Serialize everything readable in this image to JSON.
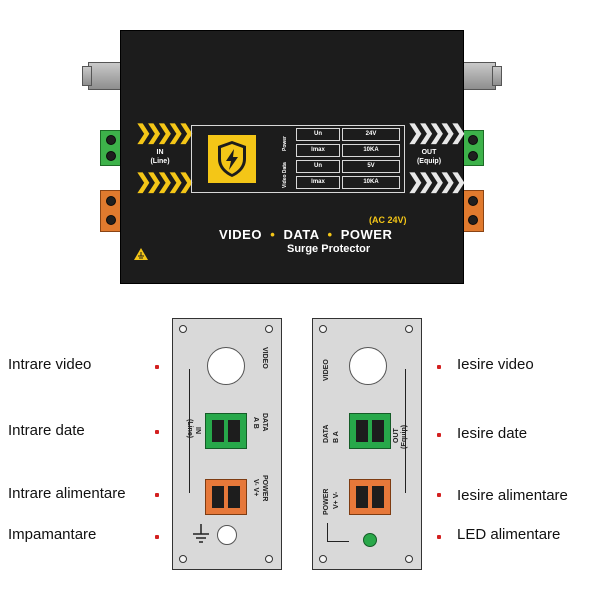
{
  "device": {
    "in_label": "IN",
    "in_sub": "(Line)",
    "out_label": "OUT",
    "out_sub": "(Equip)",
    "groups": [
      "Power",
      "Video Data"
    ],
    "spec_rows": [
      {
        "param": "Un",
        "value": "24V"
      },
      {
        "param": "Imax",
        "value": "10KA"
      },
      {
        "param": "Un",
        "value": "5V"
      },
      {
        "param": "Imax",
        "value": "10KA"
      }
    ],
    "ac_label": "(AC 24V)",
    "title_video": "VIDEO",
    "title_data": "DATA",
    "title_power": "POWER",
    "subtitle": "Surge Protector"
  },
  "left_panel": {
    "video": "VIDEO",
    "data": "DATA",
    "data_pins": "A  B",
    "in_label": "IN",
    "in_sub": "(Line)",
    "power": "POWER",
    "power_pins": "V-  V+"
  },
  "right_panel": {
    "video": "VIDEO",
    "data": "DATA",
    "data_pins": "B  A",
    "out_label": "OUT",
    "out_sub": "(Equip)",
    "power": "POWER",
    "power_pins": "V+  V-"
  },
  "captions_left": [
    "Intrare video",
    "Intrare date",
    "Intrare alimentare",
    "Impamantare"
  ],
  "captions_right": [
    "Iesire video",
    "Iesire date",
    "Iesire alimentare",
    "LED alimentare"
  ],
  "colors": {
    "body": "#1c1c1c",
    "accent": "#f4c617",
    "green_terminal": "#27a84a",
    "orange_terminal": "#e6783a",
    "led": "#2aa84a",
    "pointer": "#d32020"
  }
}
